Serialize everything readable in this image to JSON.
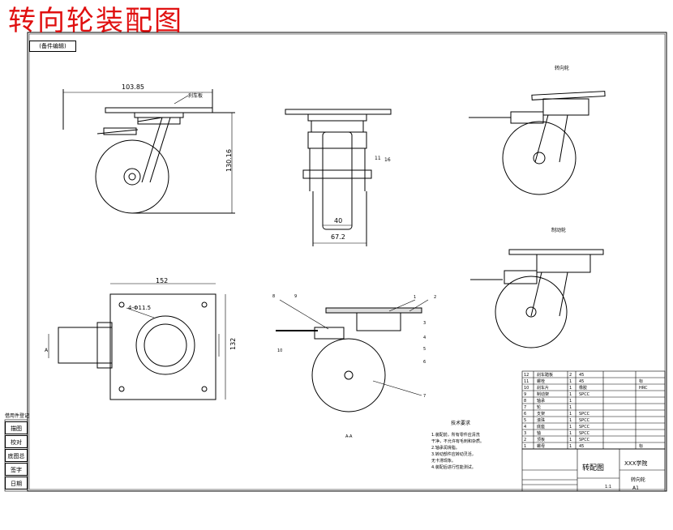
{
  "title": "转向轮装配图",
  "stamp": "(备件编辑)",
  "views": {
    "top_right_label": "转向轮",
    "mid_right_label": "制动轮",
    "section_label": "A-A"
  },
  "dimensions": {
    "top_width": "103.85",
    "height": "130.16",
    "axle_width": "40",
    "overall_width": "67.2",
    "axle_label": "11",
    "axle_label2": "16",
    "plate_width": "152",
    "plate_height": "132",
    "hole_note": "4-Φ11.5",
    "brake_note": "刹车板",
    "view_marker": "A"
  },
  "callouts": [
    "1",
    "2",
    "3",
    "4",
    "5",
    "6",
    "7",
    "8",
    "9",
    "10"
  ],
  "tech_requirements": {
    "heading": "技术要求",
    "lines": [
      "1.装配前，所有零件应清洗",
      "  干净，不允许有毛刺和杂质。",
      "2.轴承润滑脂。",
      "3.转动部件应转动灵活，",
      "  无卡滞现象。",
      "4.装配后进行性能测试。"
    ]
  },
  "bom": [
    {
      "no": "12",
      "name": "刹车踏板",
      "qty": "2",
      "mat": "45",
      "note": ""
    },
    {
      "no": "11",
      "name": "螺栓",
      "qty": "1",
      "mat": "45",
      "note": "标"
    },
    {
      "no": "10",
      "name": "刹车片",
      "qty": "1",
      "mat": "橡胶",
      "note": "HRC"
    },
    {
      "no": "9",
      "name": "制动架",
      "qty": "1",
      "mat": "SPCC",
      "note": ""
    },
    {
      "no": "8",
      "name": "轴承",
      "qty": "1",
      "mat": "",
      "note": ""
    },
    {
      "no": "7",
      "name": "轮",
      "qty": "1",
      "mat": "",
      "note": ""
    },
    {
      "no": "6",
      "name": "支架",
      "qty": "1",
      "mat": "SPCC",
      "note": ""
    },
    {
      "no": "5",
      "name": "滚珠",
      "qty": "1",
      "mat": "SPCC",
      "note": ""
    },
    {
      "no": "4",
      "name": "底座",
      "qty": "1",
      "mat": "SPCC",
      "note": ""
    },
    {
      "no": "3",
      "name": "轴",
      "qty": "1",
      "mat": "SPCC",
      "note": ""
    },
    {
      "no": "2",
      "name": "顶板",
      "qty": "1",
      "mat": "SPCC",
      "note": ""
    },
    {
      "no": "1",
      "name": "螺母",
      "qty": "1",
      "mat": "45",
      "note": "标"
    }
  ],
  "title_block": {
    "drawing_name": "转配图",
    "school": "XXX学院",
    "part": "转向轮",
    "sheet": "A1",
    "scale": "1:1"
  },
  "side_labels": [
    "借用件登记",
    "描图",
    "校对",
    "底图总号",
    "签字",
    "日期"
  ]
}
